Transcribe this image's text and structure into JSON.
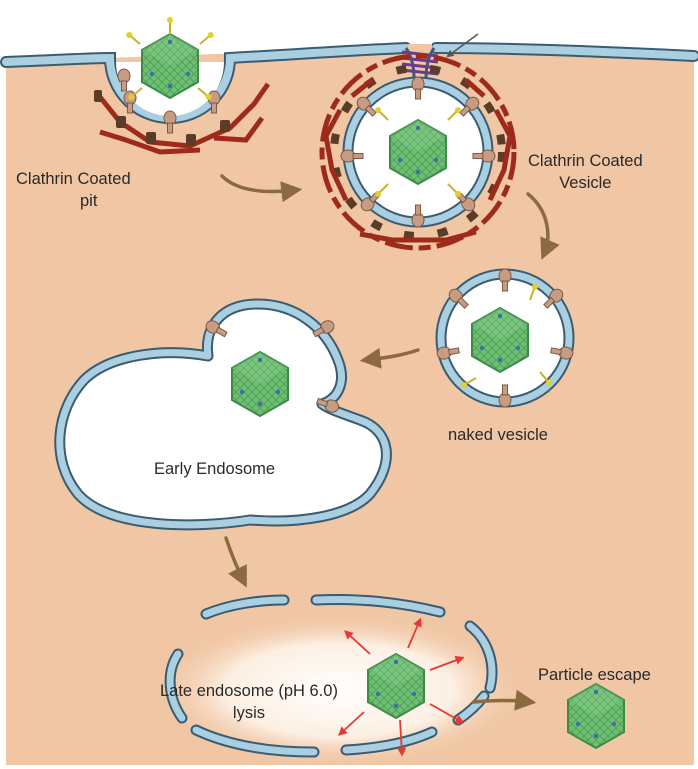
{
  "labels": {
    "clathrin_coated_pit": [
      "Clathrin Coated",
      "pit"
    ],
    "clathrin_coated_vesicle": [
      "Clathrin Coated",
      "Vesicle"
    ],
    "naked_vesicle": "naked vesicle",
    "early_endosome": "Early Endosome",
    "late_endosome": [
      "Late endosome (pH 6.0)",
      "lysis"
    ],
    "particle_escape": "Particle escape"
  },
  "colors": {
    "cytoplasm": "#f0c6a4",
    "membrane": "#a9cfe0",
    "membrane_outline": "#3a5c72",
    "clathrin": "#9e2a1c",
    "adaptor": "#5a3c28",
    "receptor": "#c79c82",
    "capsid": "#6fbf73",
    "capsid_dark": "#3d8a4b",
    "fiber": "#e3cf2e",
    "arrow": "#8a6a3e",
    "lysis_arrow": "#e53935",
    "dynamin": "#6b3c8a"
  },
  "icons": [
    "adenovirus-capsid-icon",
    "clathrin-lattice-icon",
    "dynamin-ring-icon",
    "receptor-icon",
    "penton-fiber-icon"
  ]
}
